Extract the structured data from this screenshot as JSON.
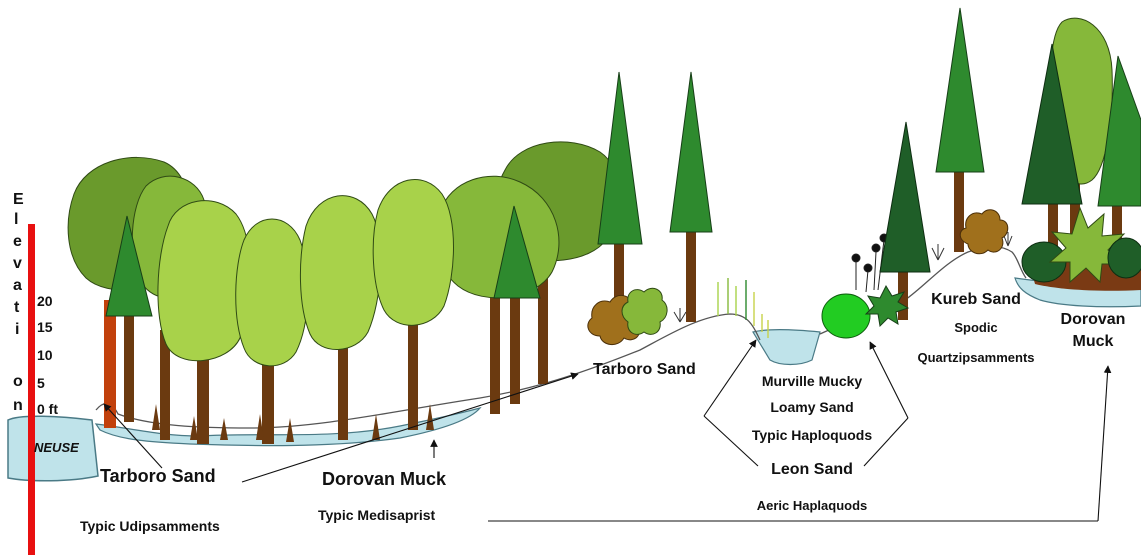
{
  "axis": {
    "letters": [
      "E",
      "l",
      "e",
      "v",
      "a",
      "t",
      "i",
      "o",
      "n"
    ],
    "ticks": [
      "20",
      "15",
      "10",
      "5",
      "0 ft"
    ]
  },
  "river_label": "NEUSE",
  "labels": {
    "tarboro_sand_1": "Tarboro Sand",
    "typic_udipsamments": "Typic Udipsamments",
    "dorovan_muck_1": "Dorovan Muck",
    "typic_medisaprist": "Typic Medisaprist",
    "tarboro_sand_2": "Tarboro Sand",
    "murville_1": "Murville Mucky",
    "murville_2": "Loamy Sand",
    "typic_haploquods": "Typic Haploquods",
    "leon_sand": "Leon Sand",
    "aeric_haplaquods": "Aeric Haplaquods",
    "kureb_sand": "Kureb Sand",
    "spodic": "Spodic",
    "quartzipsamments": "Quartzipsamments",
    "dorovan_2a": "Dorovan",
    "dorovan_2b": "Muck"
  },
  "colors": {
    "axis_bar": "#e81010",
    "water": "#bfe3ea",
    "deciduous_light": "#a8d24a",
    "deciduous_mid": "#86b83a",
    "deciduous_dark": "#6a9a2c",
    "pine_mid": "#2e8a2e",
    "pine_dark": "#1f5e28",
    "trunk": "#6b3a10",
    "shrub_brown": "#a0701c",
    "soil": "#7a3a14"
  }
}
